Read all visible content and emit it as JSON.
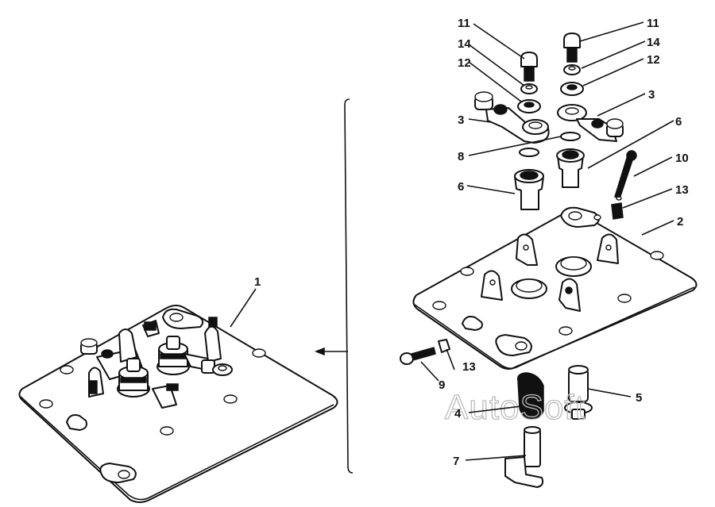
{
  "diagram": {
    "type": "exploded-parts-view",
    "watermark": "AutoSoft",
    "callouts": [
      {
        "id": "c11a",
        "text": "11"
      },
      {
        "id": "c11b",
        "text": "11"
      },
      {
        "id": "c14a",
        "text": "14"
      },
      {
        "id": "c14b",
        "text": "14"
      },
      {
        "id": "c12a",
        "text": "12"
      },
      {
        "id": "c12b",
        "text": "12"
      },
      {
        "id": "c3a",
        "text": "3"
      },
      {
        "id": "c3b",
        "text": "3"
      },
      {
        "id": "c6a",
        "text": "6"
      },
      {
        "id": "c6b",
        "text": "6"
      },
      {
        "id": "c8",
        "text": "8"
      },
      {
        "id": "c10",
        "text": "10"
      },
      {
        "id": "c13a",
        "text": "13"
      },
      {
        "id": "c2",
        "text": "2"
      },
      {
        "id": "c9",
        "text": "9"
      },
      {
        "id": "c13b",
        "text": "13"
      },
      {
        "id": "c5",
        "text": "5"
      },
      {
        "id": "c4",
        "text": "4"
      },
      {
        "id": "c7",
        "text": "7"
      },
      {
        "id": "c1",
        "text": "1"
      }
    ]
  }
}
